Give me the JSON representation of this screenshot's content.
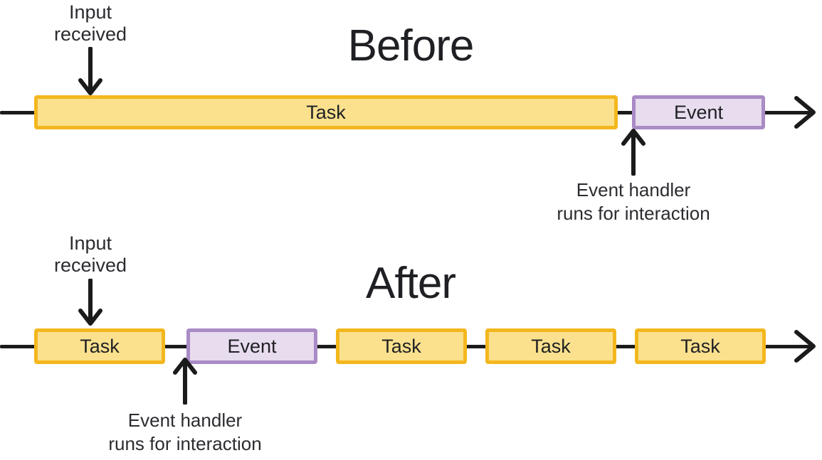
{
  "diagram_title": "Before and After task scheduling timeline",
  "colors": {
    "background": "#FFFFFF",
    "ink": "#202124",
    "arrow_stroke": "#1B1B1B",
    "task_fill": "#FBE18E",
    "task_border": "#F3B71E",
    "event_fill": "#E8DCEF",
    "event_border": "#A98BC5"
  },
  "before": {
    "title": "Before",
    "input_annotation": {
      "lines": [
        "Input",
        "received"
      ]
    },
    "segments": [
      {
        "type": "task",
        "label": "Task"
      },
      {
        "type": "event",
        "label": "Event"
      }
    ],
    "handler_annotation": {
      "lines": [
        "Event handler",
        "runs for interaction"
      ]
    }
  },
  "after": {
    "title": "After",
    "input_annotation": {
      "lines": [
        "Input",
        "received"
      ]
    },
    "segments": [
      {
        "type": "task",
        "label": "Task"
      },
      {
        "type": "event",
        "label": "Event"
      },
      {
        "type": "task",
        "label": "Task"
      },
      {
        "type": "task",
        "label": "Task"
      },
      {
        "type": "task",
        "label": "Task"
      }
    ],
    "handler_annotation": {
      "lines": [
        "Event handler",
        "runs for interaction"
      ]
    }
  }
}
